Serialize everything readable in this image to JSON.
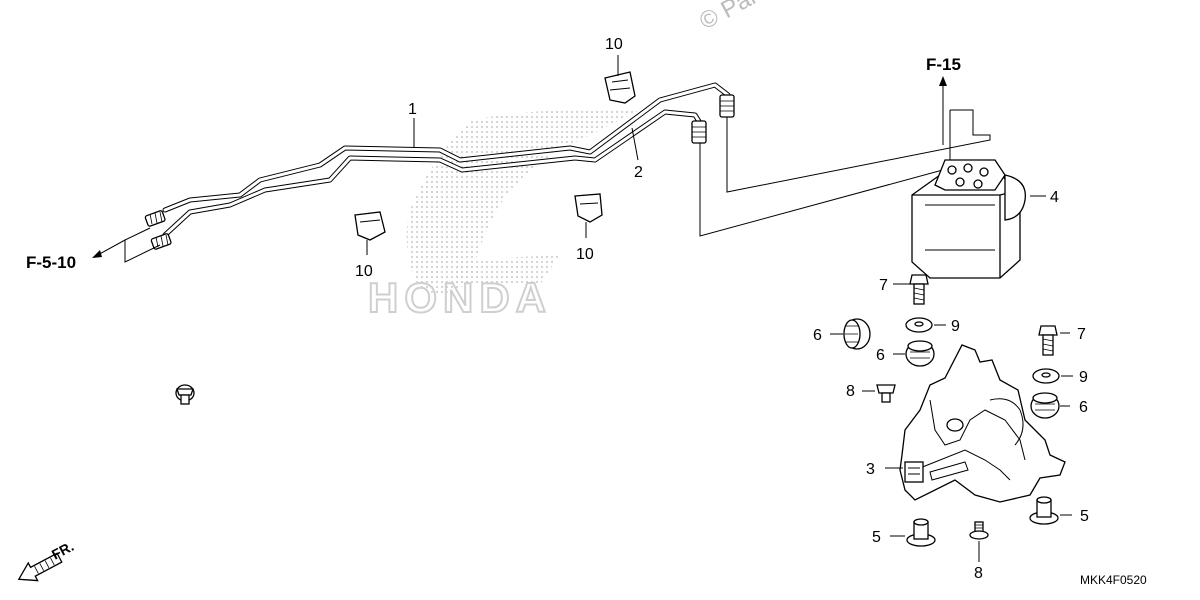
{
  "watermark": {
    "copyright": "© Parts",
    "logo": "HONDA"
  },
  "references": {
    "f15": "F-15",
    "f510": "F-5-10"
  },
  "direction": {
    "label": "FR."
  },
  "diagram_code": "MKK4F0520",
  "callouts": {
    "c1": "1",
    "c2": "2",
    "c3": "3",
    "c4": "4",
    "c5a": "5",
    "c5b": "5",
    "c6a": "6",
    "c6b": "6",
    "c6c": "6",
    "c7a": "7",
    "c7b": "7",
    "c8a": "8",
    "c8b": "8",
    "c9a": "9",
    "c9b": "9",
    "c10a": "10",
    "c10b": "10",
    "c10c": "10"
  }
}
